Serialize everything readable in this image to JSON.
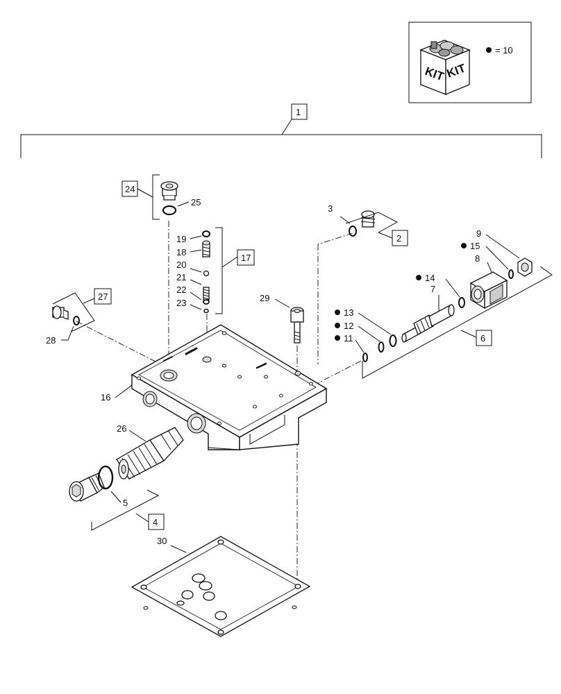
{
  "kit": {
    "label_left": "KIT",
    "label_right": "KIT",
    "legend_eq": "= 10"
  },
  "callouts": {
    "c1": "1",
    "c2": "2",
    "c3": "3",
    "c4": "4",
    "c5": "5",
    "c6": "6",
    "c7": "7",
    "c8": "8",
    "c9": "9",
    "c11": "11",
    "c12": "12",
    "c13": "13",
    "c14": "14",
    "c15": "15",
    "c16": "16",
    "c17": "17",
    "c18": "18",
    "c19": "19",
    "c20": "20",
    "c21": "21",
    "c22": "22",
    "c23": "23",
    "c24": "24",
    "c25": "25",
    "c26": "26",
    "c27": "27",
    "c28": "28",
    "c29": "29",
    "c30": "30"
  }
}
